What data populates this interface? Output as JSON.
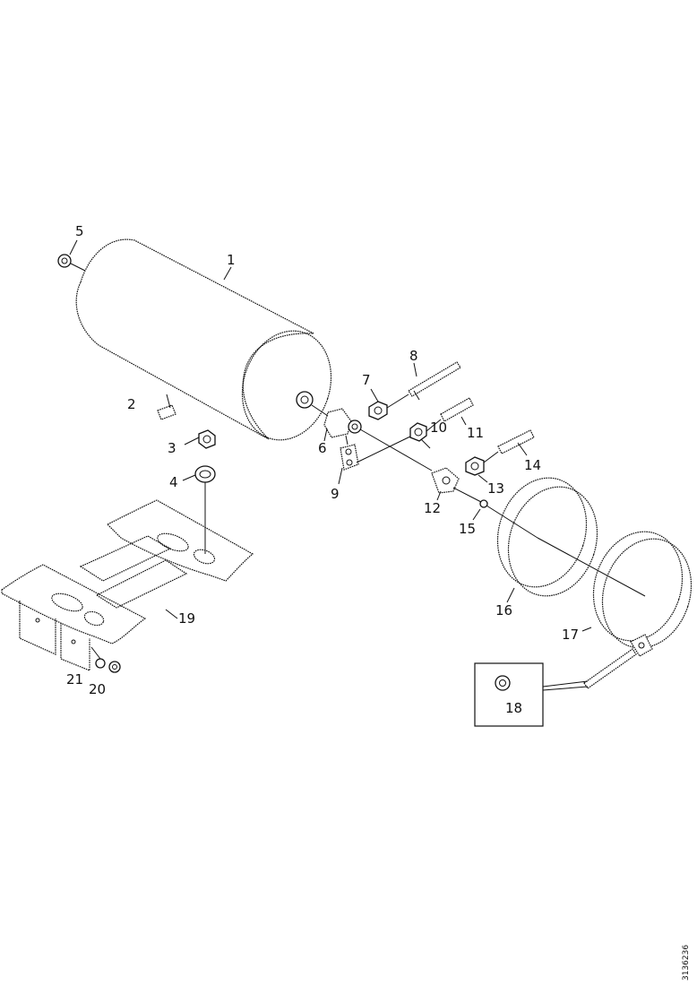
{
  "callouts": {
    "c1": "1",
    "c2": "2",
    "c3": "3",
    "c4": "4",
    "c5": "5",
    "c6": "6",
    "c7": "7",
    "c8": "8",
    "c9": "9",
    "c10": "10",
    "c11": "11",
    "c12": "12",
    "c13": "13",
    "c14": "14",
    "c15": "15",
    "c16": "16",
    "c17": "17",
    "c18": "18",
    "c19": "19",
    "c20": "20",
    "c21": "21"
  },
  "reference_number": "3136236"
}
